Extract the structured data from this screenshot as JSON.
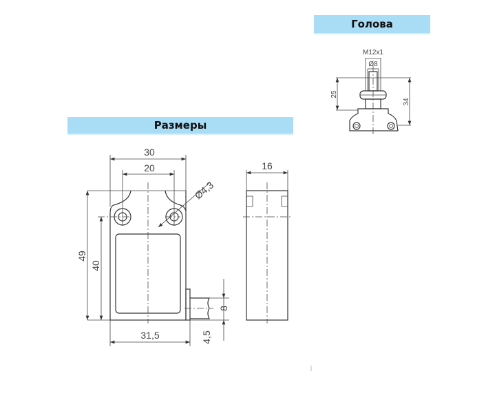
{
  "headers": {
    "dimensions": "Размеры",
    "head": "Голова"
  },
  "front_view": {
    "width_30": "30",
    "hole_spacing_20": "20",
    "hole_diameter": "Ø4,3",
    "height_49": "49",
    "height_40": "40",
    "cable_8": "8",
    "cable_offset": "4,5",
    "width_31_5": "31,5"
  },
  "side_view": {
    "depth_16": "16"
  },
  "head_view": {
    "thread": "M12x1",
    "diameter": "Ø8",
    "height_25": "25",
    "height_34": "34"
  }
}
